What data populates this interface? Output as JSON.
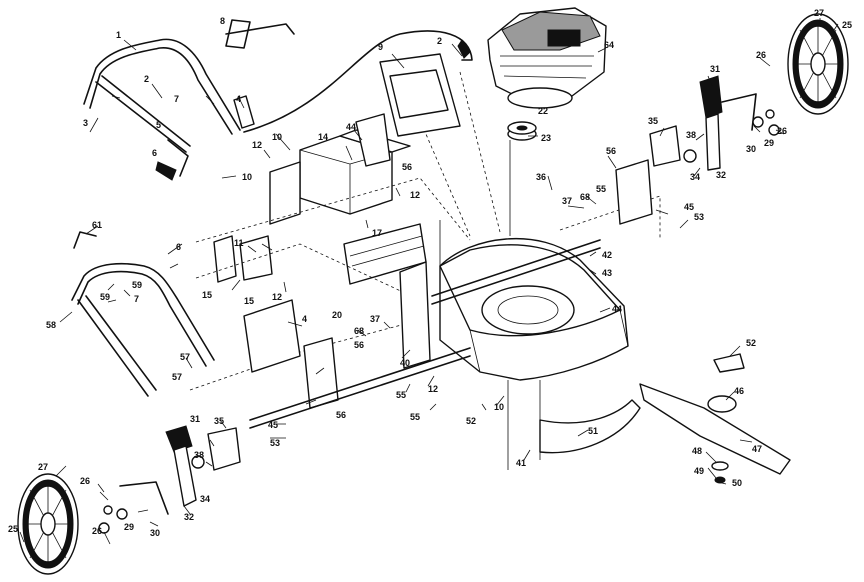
{
  "diagram": {
    "type": "exploded parts diagram",
    "subject": "lawn mower",
    "callouts": [
      {
        "id": "c1",
        "text": "1"
      },
      {
        "id": "c2a",
        "text": "2"
      },
      {
        "id": "c2b",
        "text": "2"
      },
      {
        "id": "c3",
        "text": "3"
      },
      {
        "id": "c4a",
        "text": "4"
      },
      {
        "id": "c4b",
        "text": "4"
      },
      {
        "id": "c5",
        "text": "5"
      },
      {
        "id": "c6a",
        "text": "6"
      },
      {
        "id": "c6b",
        "text": "6"
      },
      {
        "id": "c7a",
        "text": "7"
      },
      {
        "id": "c7b",
        "text": "7"
      },
      {
        "id": "c8",
        "text": "8"
      },
      {
        "id": "c9",
        "text": "9"
      },
      {
        "id": "c10a",
        "text": "10"
      },
      {
        "id": "c10b",
        "text": "10"
      },
      {
        "id": "c10c",
        "text": "10"
      },
      {
        "id": "c11",
        "text": "11"
      },
      {
        "id": "c12a",
        "text": "12"
      },
      {
        "id": "c12b",
        "text": "12"
      },
      {
        "id": "c12c",
        "text": "12"
      },
      {
        "id": "c12d",
        "text": "12"
      },
      {
        "id": "c14",
        "text": "14"
      },
      {
        "id": "c15a",
        "text": "15"
      },
      {
        "id": "c15b",
        "text": "15"
      },
      {
        "id": "c17",
        "text": "17"
      },
      {
        "id": "c20",
        "text": "20"
      },
      {
        "id": "c22",
        "text": "22"
      },
      {
        "id": "c23",
        "text": "23"
      },
      {
        "id": "c25a",
        "text": "25"
      },
      {
        "id": "c25b",
        "text": "25"
      },
      {
        "id": "c26a",
        "text": "26"
      },
      {
        "id": "c26b",
        "text": "26"
      },
      {
        "id": "c26c",
        "text": "26"
      },
      {
        "id": "c26d",
        "text": "26"
      },
      {
        "id": "c27a",
        "text": "27"
      },
      {
        "id": "c27b",
        "text": "27"
      },
      {
        "id": "c29a",
        "text": "29"
      },
      {
        "id": "c29b",
        "text": "29"
      },
      {
        "id": "c30a",
        "text": "30"
      },
      {
        "id": "c30b",
        "text": "30"
      },
      {
        "id": "c31a",
        "text": "31"
      },
      {
        "id": "c31b",
        "text": "31"
      },
      {
        "id": "c32a",
        "text": "32"
      },
      {
        "id": "c32b",
        "text": "32"
      },
      {
        "id": "c34a",
        "text": "34"
      },
      {
        "id": "c34b",
        "text": "34"
      },
      {
        "id": "c35a",
        "text": "35"
      },
      {
        "id": "c35b",
        "text": "35"
      },
      {
        "id": "c36",
        "text": "36"
      },
      {
        "id": "c37a",
        "text": "37"
      },
      {
        "id": "c37b",
        "text": "37"
      },
      {
        "id": "c38a",
        "text": "38"
      },
      {
        "id": "c38b",
        "text": "38"
      },
      {
        "id": "c40",
        "text": "40"
      },
      {
        "id": "c41",
        "text": "41"
      },
      {
        "id": "c42",
        "text": "42"
      },
      {
        "id": "c43",
        "text": "43"
      },
      {
        "id": "c44a",
        "text": "44"
      },
      {
        "id": "c44b",
        "text": "44"
      },
      {
        "id": "c45a",
        "text": "45"
      },
      {
        "id": "c45b",
        "text": "45"
      },
      {
        "id": "c46",
        "text": "46"
      },
      {
        "id": "c47",
        "text": "47"
      },
      {
        "id": "c48",
        "text": "48"
      },
      {
        "id": "c49",
        "text": "49"
      },
      {
        "id": "c50",
        "text": "50"
      },
      {
        "id": "c51",
        "text": "51"
      },
      {
        "id": "c52a",
        "text": "52"
      },
      {
        "id": "c52b",
        "text": "52"
      },
      {
        "id": "c53a",
        "text": "53"
      },
      {
        "id": "c53b",
        "text": "53"
      },
      {
        "id": "c55a",
        "text": "55"
      },
      {
        "id": "c55b",
        "text": "55"
      },
      {
        "id": "c55c",
        "text": "55"
      },
      {
        "id": "c56a",
        "text": "56"
      },
      {
        "id": "c56b",
        "text": "56"
      },
      {
        "id": "c56c",
        "text": "56"
      },
      {
        "id": "c56d",
        "text": "56"
      },
      {
        "id": "c57a",
        "text": "57"
      },
      {
        "id": "c57b",
        "text": "57"
      },
      {
        "id": "c58",
        "text": "58"
      },
      {
        "id": "c59a",
        "text": "59"
      },
      {
        "id": "c59b",
        "text": "59"
      },
      {
        "id": "c61",
        "text": "61"
      },
      {
        "id": "c64",
        "text": "64"
      },
      {
        "id": "c68a",
        "text": "68"
      },
      {
        "id": "c68b",
        "text": "68"
      }
    ]
  }
}
